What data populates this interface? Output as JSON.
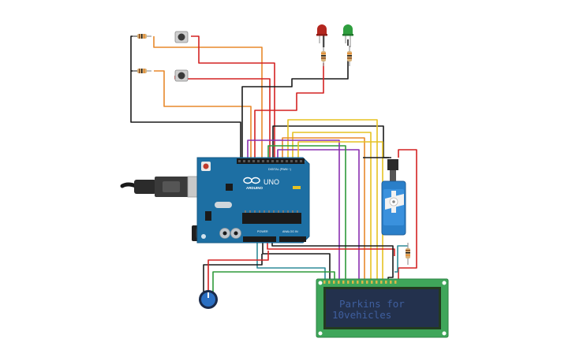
{
  "circuit": {
    "board": {
      "brand": "ARDUINO",
      "model": "UNO",
      "header_digital": "DIGITAL (PWM ~)",
      "header_power": "POWER",
      "header_analog": "ANALOG IN"
    },
    "lcd": {
      "line1": "Parkins for",
      "line2": "10vehicles"
    },
    "colors": {
      "board": "#1d6fa3",
      "lcd_bezel": "#3fa65a",
      "lcd_screen": "#23314d",
      "lcd_text": "#3f5f9f",
      "led_red": "#b3261e",
      "led_green": "#2e9e3e",
      "servo": "#2a7fc9"
    },
    "components": [
      "arduino-uno",
      "usb-b-cable",
      "dc-barrel-jack",
      "pushbutton-1",
      "pushbutton-2",
      "resistor-button-1",
      "resistor-button-2",
      "led-red",
      "led-green",
      "resistor-led-red",
      "resistor-led-green",
      "servo-motor",
      "lcd-16x2",
      "potentiometer",
      "resistor-lcd-backlight"
    ]
  }
}
